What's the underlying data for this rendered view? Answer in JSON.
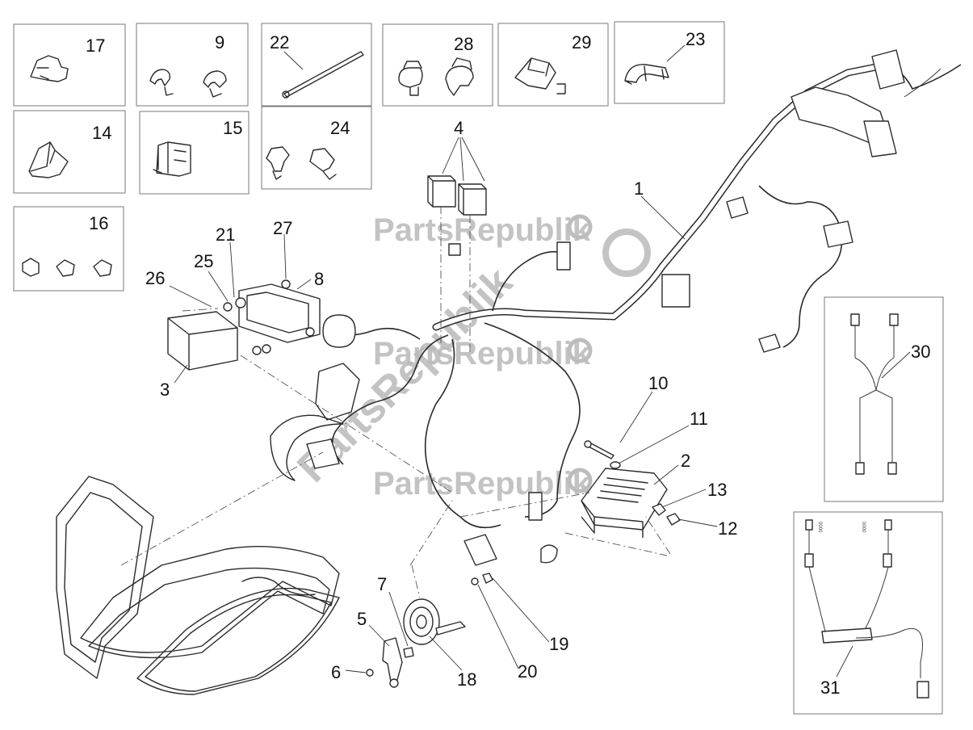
{
  "watermark": {
    "text": "PartsRepublik",
    "diagonal_text": "PartsRepublik",
    "gear_icon": "gear-icon"
  },
  "callouts": {
    "c1": "1",
    "c2": "2",
    "c3": "3",
    "c4": "4",
    "c5": "5",
    "c6": "6",
    "c7": "7",
    "c8": "8",
    "c9": "9",
    "c10": "10",
    "c11": "11",
    "c12": "12",
    "c13": "13",
    "c14": "14",
    "c15": "15",
    "c16": "16",
    "c17": "17",
    "c18": "18",
    "c19": "19",
    "c20": "20",
    "c21": "21",
    "c22": "22",
    "c23": "23",
    "c24": "24",
    "c25": "25",
    "c26": "26",
    "c27": "27",
    "c28": "28",
    "c29": "29",
    "c30": "30",
    "c31": "31"
  }
}
